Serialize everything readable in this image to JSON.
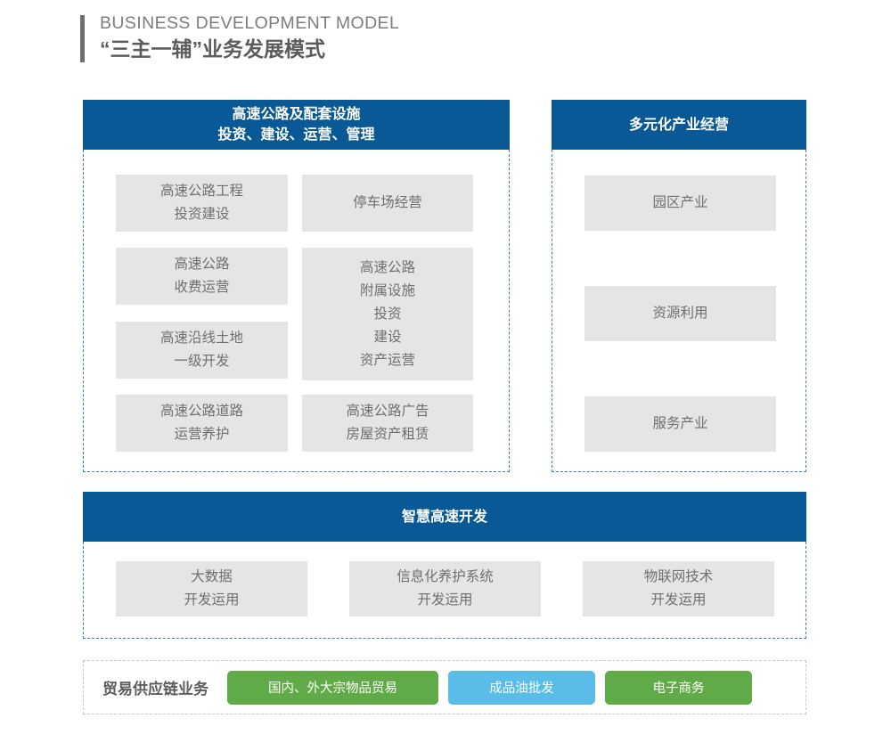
{
  "header": {
    "eyebrow": "BUSINESS DEVELOPMENT MODEL",
    "title": "“三主一辅”业务发展模式",
    "accent_color": "#6f6f6f"
  },
  "colors": {
    "panel_header_blue": "#0a5997",
    "panel_dash_border": "#3f7fb0",
    "box_gray": "#e4e5e6",
    "box_text": "#6f6f6f",
    "pill_green": "#60ab47",
    "pill_blue": "#59bde8",
    "trade_dash_border": "#c6c6c6"
  },
  "panels": {
    "highway": {
      "header_line1": "高速公路及配套设施",
      "header_line2": "投资、建设、运营、管理",
      "boxes": [
        {
          "id": "highway-engineering-investment",
          "lines": [
            "高速公路工程",
            "投资建设"
          ]
        },
        {
          "id": "parking-lot-operation",
          "lines": [
            "停车场经营"
          ]
        },
        {
          "id": "highway-toll-operation",
          "lines": [
            "高速公路",
            "收费运营"
          ]
        },
        {
          "id": "highway-ancillary-facilities",
          "lines": [
            "高速公路",
            "附属设施",
            "投资",
            "建设",
            "资产运营"
          ]
        },
        {
          "id": "roadside-land-development",
          "lines": [
            "高速沿线土地",
            "一级开发"
          ]
        },
        {
          "id": "highway-road-maintenance",
          "lines": [
            "高速公路道路",
            "运营养护"
          ]
        },
        {
          "id": "highway-advertising-leasing",
          "lines": [
            "高速公路广告",
            "房屋资产租赁"
          ]
        }
      ]
    },
    "diversified": {
      "header_line1": "多元化产业经营",
      "boxes": [
        {
          "id": "park-industry",
          "lines": [
            "园区产业"
          ]
        },
        {
          "id": "resource-utilization",
          "lines": [
            "资源利用"
          ]
        },
        {
          "id": "service-industry",
          "lines": [
            "服务产业"
          ]
        }
      ]
    },
    "smart": {
      "header_line1": "智慧高速开发",
      "boxes": [
        {
          "id": "big-data-development",
          "lines": [
            "大数据",
            "开发运用"
          ]
        },
        {
          "id": "informatized-maintenance-system",
          "lines": [
            "信息化养护系统",
            "开发运用"
          ]
        },
        {
          "id": "iot-technology-development",
          "lines": [
            "物联网技术",
            "开发运用"
          ]
        }
      ]
    },
    "trade": {
      "label": "贸易供应链业务",
      "pills": [
        {
          "id": "bulk-commodity-trade",
          "label": "国内、外大宗物品贸易",
          "color": "green"
        },
        {
          "id": "refined-oil-wholesale",
          "label": "成品油批发",
          "color": "blue"
        },
        {
          "id": "e-commerce",
          "label": "电子商务",
          "color": "green"
        }
      ]
    }
  }
}
